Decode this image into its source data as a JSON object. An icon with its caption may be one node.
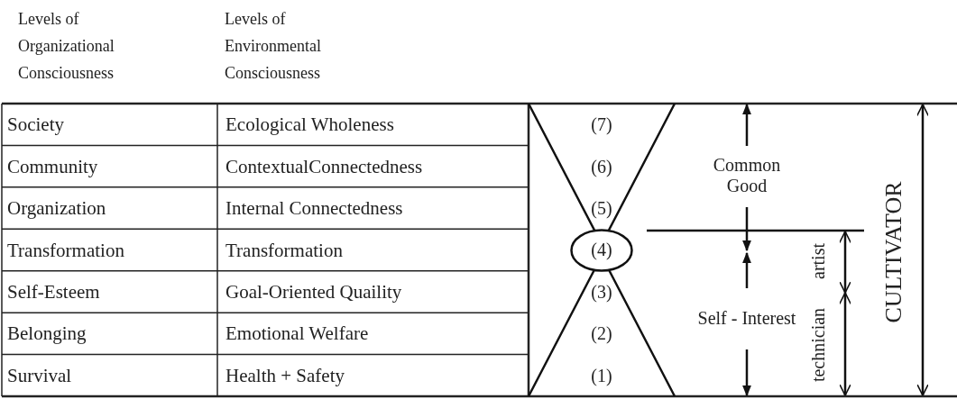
{
  "diagram": {
    "nodes": [
      {
        "text": [
          "(4)"
        ]
      }
    ],
    "labels": [
      "Levels of Organizational Consciousness",
      "Levels of Environmental Consciousness",
      "Society",
      "Ecological Wholeness",
      "(7)",
      "Community",
      "ContextualConnectedness",
      "(6)",
      "Organization",
      "Internal Connectedness",
      "(5)",
      "Transformation",
      "Transformation",
      "Self-Esteem",
      "Goal-Oriented Quaility",
      "(3)",
      "Belonging",
      "Emotional Welfare",
      "(2)",
      "Survival",
      "Health + Safety",
      "(1)",
      "Common Good",
      "Self - Interest",
      "artist",
      "technician",
      "CULTIVATOR"
    ]
  }
}
